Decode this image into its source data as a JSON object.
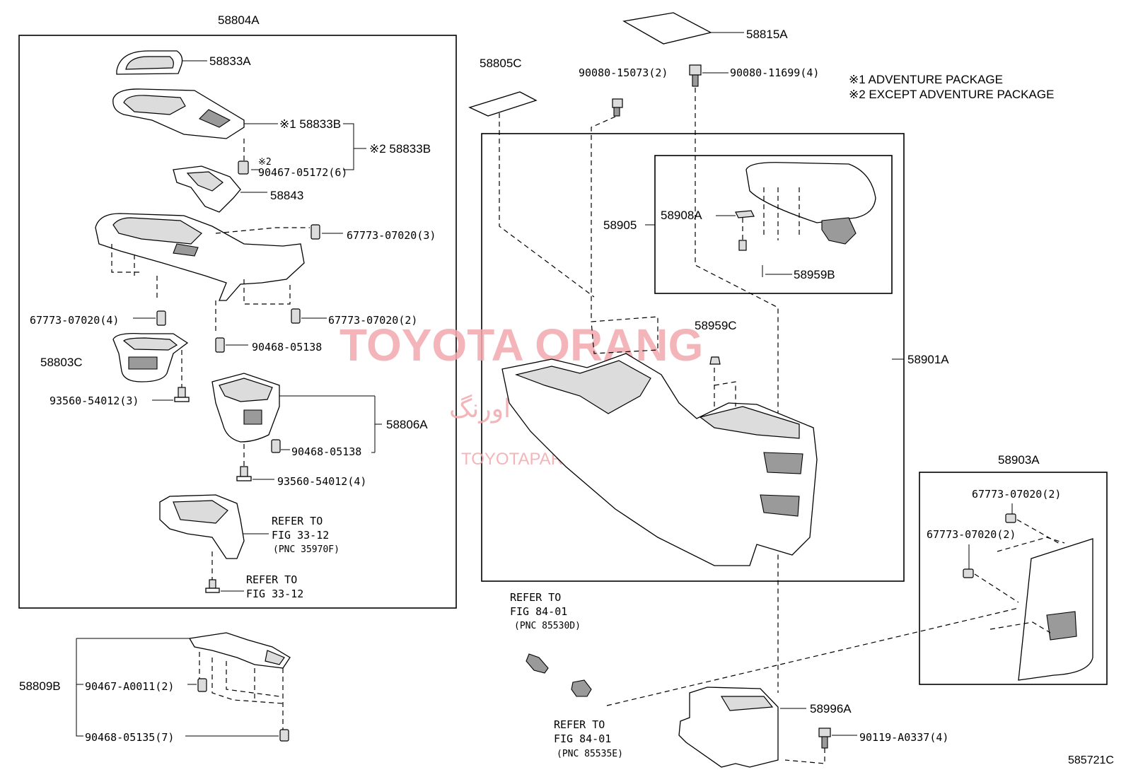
{
  "labels": {
    "p58804A": "58804A",
    "p58833A": "58833A",
    "p58833B_1": "※1 58833B",
    "p58833B_2": "※2 58833B",
    "n2": "※2",
    "p90467_05172": "90467-05172(6)",
    "p58843": "58843",
    "p67773_3": "67773-07020(3)",
    "p67773_4": "67773-07020(4)",
    "p67773_2a": "67773-07020(2)",
    "p90468_05138a": "90468-05138",
    "p58803C": "58803C",
    "p93560_3": "93560-54012(3)",
    "p58806A": "58806A",
    "p90468_05138b": "90468-05138",
    "p93560_4": "93560-54012(4)",
    "refer1a": "REFER TO",
    "refer1b": "FIG 33-12",
    "refer1c": "(PNC 35970F)",
    "refer2a": "REFER TO",
    "refer2b": "FIG 33-12",
    "p58809B": "58809B",
    "p90467_A0011": "90467-A0011(2)",
    "p90468_05135": "90468-05135(7)",
    "p58815A": "58815A",
    "p58805C": "58805C",
    "p90080_15073": "90080-15073(2)",
    "p90080_11699": "90080-11699(4)",
    "note1": "※1 ADVENTURE PACKAGE",
    "note2": "※2 EXCEPT ADVENTURE PACKAGE",
    "p58905": "58905",
    "p58908A": "58908A",
    "p58959B": "58959B",
    "p58959C": "58959C",
    "p58901A": "58901A",
    "p58903A": "58903A",
    "p67773_2b": "67773-07020(2)",
    "p67773_2c": "67773-07020(2)",
    "refer3a": "REFER TO",
    "refer3b": "FIG 84-01",
    "refer3c": "(PNC 85530D)",
    "refer4a": "REFER TO",
    "refer4b": "FIG 84-01",
    "refer4c": "(PNC 85535E)",
    "p58996A": "58996A",
    "p90119_A0337": "90119-A0337(4)",
    "figno": "585721C"
  },
  "watermark": {
    "title": "TOYOTA ORANG",
    "farsi": "تویوتا اورنگ",
    "url": "TOYOTAPART.IR",
    "color": "#f2a9ad"
  }
}
